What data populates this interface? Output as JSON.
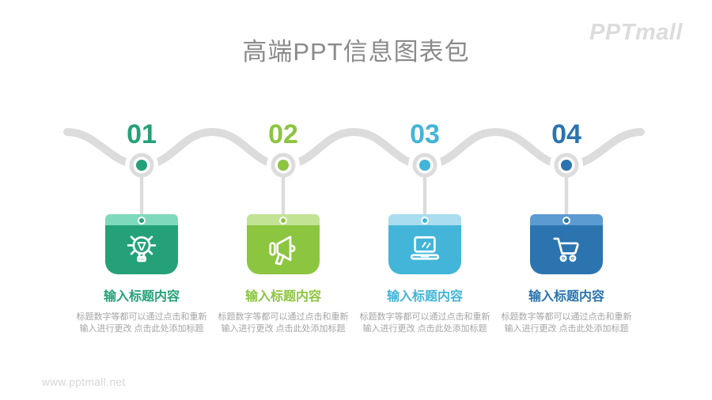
{
  "header": {
    "title": "高端PPT信息图表包",
    "logo": "PPTmall"
  },
  "footer": {
    "watermark": "www.pptmall.net"
  },
  "timeline": {
    "line_color": "#dcdcdc"
  },
  "steps": [
    {
      "number": "01",
      "title": "输入标题内容",
      "description": "标题数字等都可以通过点击和重新输入进行更改 点击此处添加标题",
      "accent_color": "#24a178",
      "strip_color": "#7fd9bc",
      "icon": "lightbulb-icon"
    },
    {
      "number": "02",
      "title": "输入标题内容",
      "description": "标题数字等都可以通过点击和重新输入进行更改 点击此处添加标题",
      "accent_color": "#8cc540",
      "strip_color": "#c2e294",
      "icon": "megaphone-icon"
    },
    {
      "number": "03",
      "title": "输入标题内容",
      "description": "标题数字等都可以通过点击和重新输入进行更改 点击此处添加标题",
      "accent_color": "#42b5d8",
      "strip_color": "#a9ddef",
      "icon": "laptop-icon"
    },
    {
      "number": "04",
      "title": "输入标题内容",
      "description": "标题数字等都可以通过点击和重新输入进行更改 点击此处添加标题",
      "accent_color": "#2b74af",
      "strip_color": "#5c9bd2",
      "icon": "cart-icon"
    }
  ]
}
